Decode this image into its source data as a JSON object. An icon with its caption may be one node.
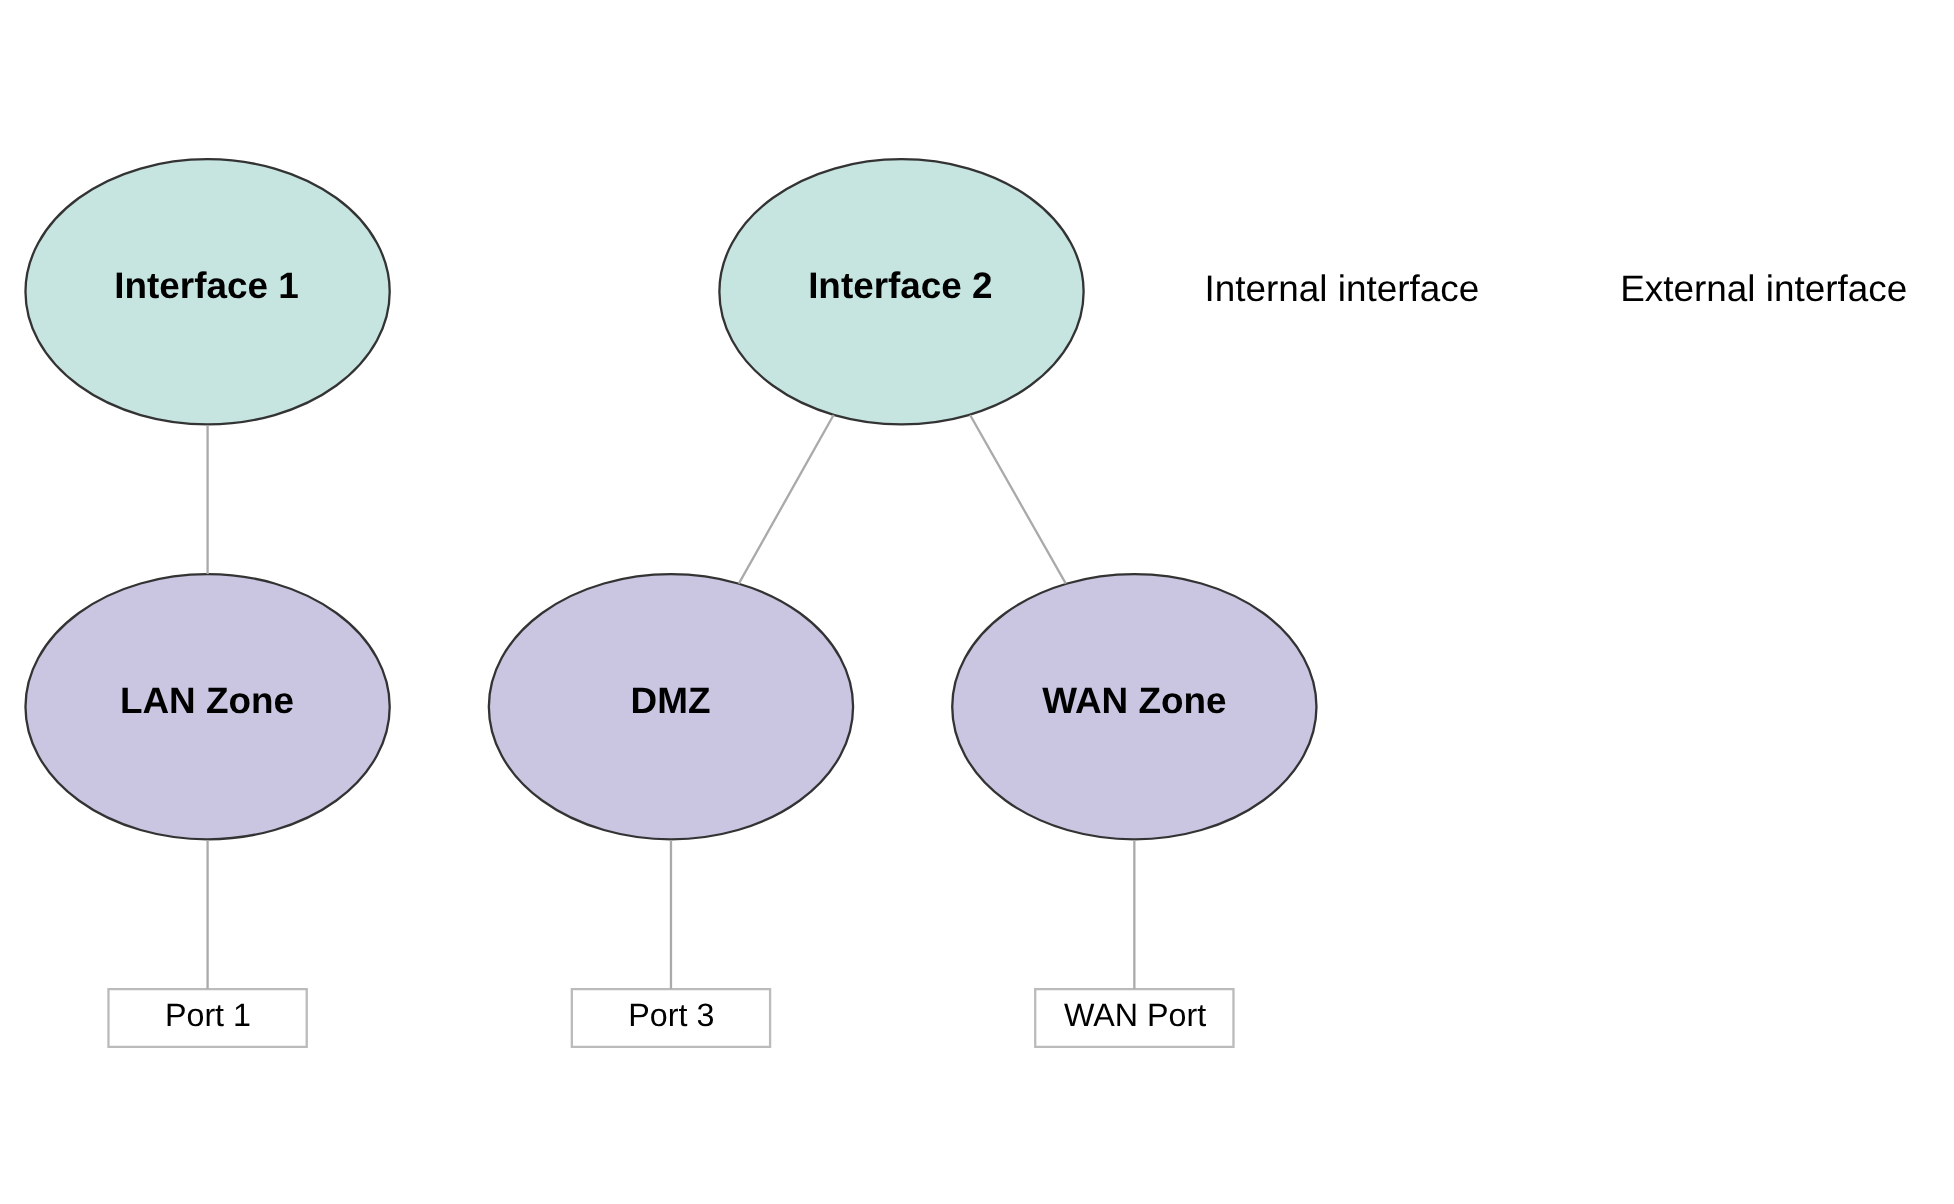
{
  "diagram": {
    "nodes": [
      {
        "text": [
          "Interface 1"
        ]
      },
      {
        "text": [
          "Interface 2"
        ]
      },
      {
        "text": [
          "LAN Zone"
        ]
      },
      {
        "text": [
          "DMZ"
        ]
      },
      {
        "text": [
          "WAN Zone"
        ]
      },
      {
        "text": [
          "Port 1"
        ]
      },
      {
        "text": [
          "Port 3"
        ]
      },
      {
        "text": [
          "WAN Port"
        ]
      }
    ],
    "edges": [
      {
        "from": 0,
        "to": 2,
        "arrow": "none"
      },
      {
        "from": 1,
        "to": 3,
        "arrow": "none"
      },
      {
        "from": 1,
        "to": 4,
        "arrow": "none"
      },
      {
        "from": 2,
        "to": 5,
        "arrow": "none"
      },
      {
        "from": 3,
        "to": 6,
        "arrow": "none"
      },
      {
        "from": 4,
        "to": 7,
        "arrow": "none"
      }
    ],
    "labels": [
      "Internal interface",
      "External interface"
    ]
  }
}
